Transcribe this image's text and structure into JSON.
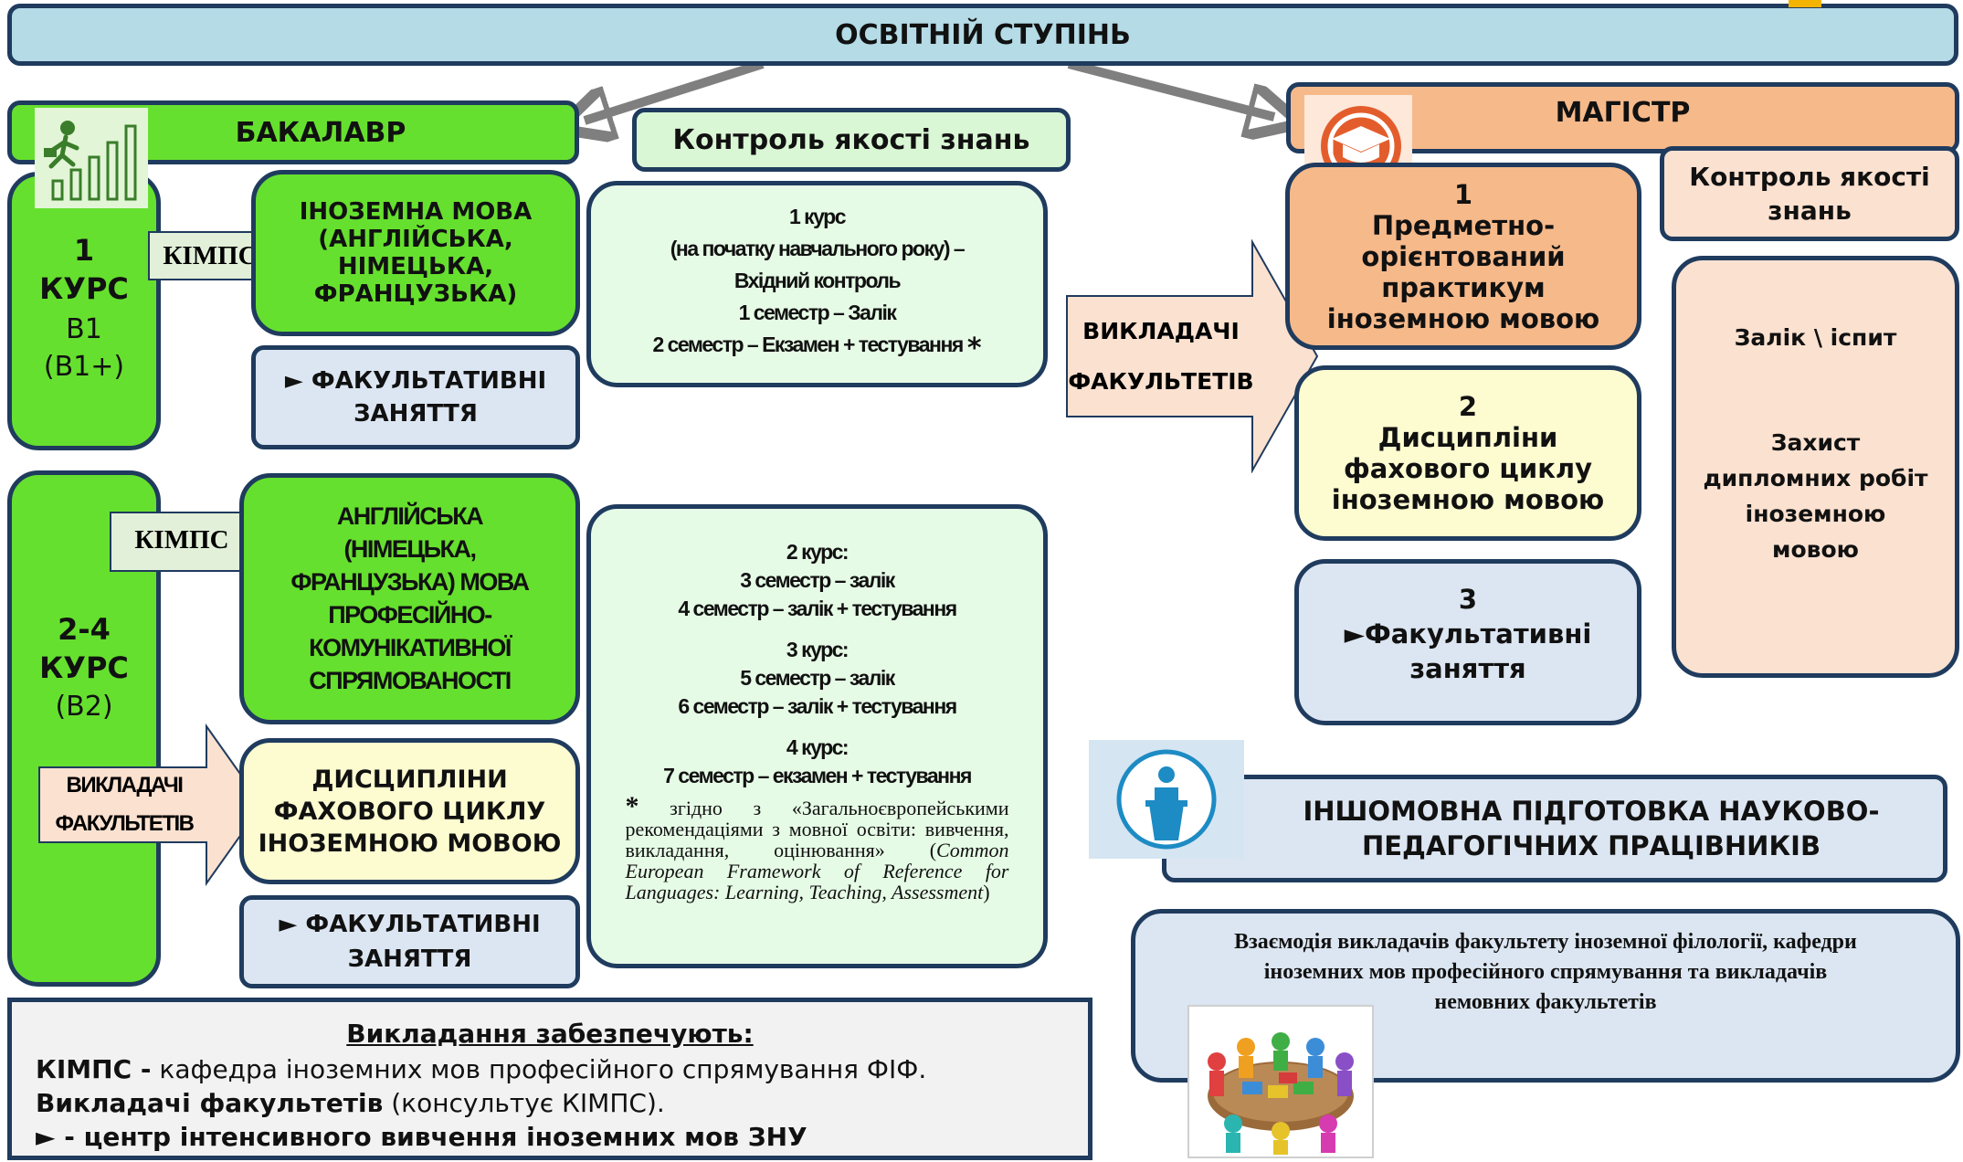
{
  "header": {
    "title": "ОСВІТНІЙ СТУПІНЬ"
  },
  "bachelor": {
    "title": "БАКАЛАВР",
    "course1": {
      "num": "1",
      "label": "КУРС",
      "level1": "B1",
      "level2": "(B1+)"
    },
    "course24": {
      "num": "2-4",
      "label": "КУРС",
      "level": "(B2)"
    },
    "kimps1": "КІМПС",
    "kimps2": "КІМПС",
    "faculty_teachers": [
      "ВИКЛАДАЧІ",
      "ФАКУЛЬТЕТІВ"
    ],
    "foreign_lang": [
      "ІНОЗЕМНА МОВА",
      "(АНГЛІЙСЬКА,",
      "НІМЕЦЬКА,",
      "ФРАНЦУЗЬКА)"
    ],
    "elective1": [
      "► ФАКУЛЬТАТИВНІ",
      "ЗАНЯТТЯ"
    ],
    "prof_lang": [
      "АНГЛІЙСЬКА",
      "(НІМЕЦЬКА,",
      "ФРАНЦУЗЬКА) МОВА",
      "ПРОФЕСІЙНО-",
      "КОМУНІКАТИВНОЇ",
      "СПРЯМОВАНОСТІ"
    ],
    "disciplines": [
      "ДИСЦИПЛІНИ",
      "ФАХОВОГО ЦИКЛУ",
      "ІНОЗЕМНОЮ МОВОЮ"
    ],
    "elective2": [
      "► ФАКУЛЬТАТИВНІ",
      "ЗАНЯТТЯ"
    ]
  },
  "quality_control": {
    "title": "Контроль якості знань",
    "course1": [
      "1 курс",
      "(на початку навчального року) –",
      "Вхідний контроль",
      "1 семестр – Залік",
      "2 семестр – Екзамен + тестування"
    ],
    "asterisk": "*",
    "course2": [
      "2 курс:",
      "3 семестр – залік",
      "4 семестр – залік + тестування"
    ],
    "course3": [
      "3 курс:",
      "5 семестр – залік",
      "6 семестр – залік + тестування"
    ],
    "course4": [
      "4 курс:",
      "7 семестр – екзамен + тестування"
    ],
    "footnote_mark": "*",
    "footnote_text": "згідно з «Загальноєвропейськими рекомендаціями з мовної освіти: вивчення, викладання, оцінювання» (",
    "footnote_italic": "Common European Framework of Reference for Languages: Learning, Teaching, Assessment",
    "footnote_close": ")"
  },
  "master": {
    "title": "МАГІСТР",
    "faculty_teachers": [
      "ВИКЛАДАЧІ",
      "ФАКУЛЬТЕТІВ"
    ],
    "item1": {
      "num": "1",
      "lines": [
        "Предметно-",
        "орієнтований",
        "практикум",
        "іноземною мовою"
      ]
    },
    "item2": {
      "num": "2",
      "lines": [
        "Дисципліни",
        "фахового циклу",
        "іноземною мовою"
      ]
    },
    "item3": {
      "num": "3",
      "lines": [
        "►Факультативні",
        "заняття"
      ]
    },
    "control_title": [
      "Контроль якості",
      "знань"
    ],
    "control_items": {
      "exam": "Залік \\ іспит",
      "defense": [
        "Захист",
        "дипломних робіт",
        "іноземною",
        "мовою"
      ]
    }
  },
  "research": {
    "title": [
      "ІНШОМОВНА ПІДГОТОВКА НАУКОВО-",
      "ПЕДАГОГІЧНИХ ПРАЦІВНИКІВ"
    ],
    "cooperation": [
      "Взаємодія викладачів факультету іноземної філології, кафедри",
      "іноземних мов професійного спрямування та викладачів",
      "немовних факультетів"
    ]
  },
  "legend": {
    "title": "Викладання забезпечують:",
    "line1_bold": "КІМПС -",
    "line1_rest": " кафедра іноземних мов професійного спрямування ФІФ.",
    "line2_bold": "Викладачі факультетів",
    "line2_rest": " (консультує КІМПС).",
    "line3": "► - центр інтенсивного вивчення іноземних мов ЗНУ"
  },
  "colors": {
    "border": "#1f3b5e",
    "green": "#66e02e",
    "light_green": "#d9f7d4",
    "orange": "#f6b98a",
    "peach": "#fbe1d0",
    "blue": "#dce6f2",
    "header_blue": "#b4dbe6",
    "yellow": "#fdfcd0",
    "arrow_gray": "#7f7f7f"
  }
}
